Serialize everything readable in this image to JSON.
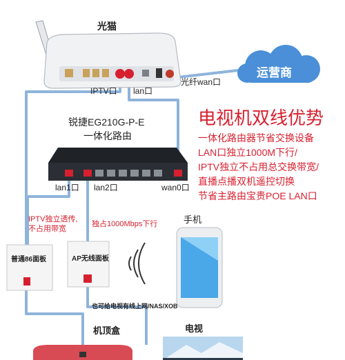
{
  "devices": {
    "modem": {
      "title": "光猫",
      "ports": {
        "iptv": "IPTV口",
        "lan": "lan口"
      }
    },
    "router": {
      "title_line1": "锐捷EG210G-P-E",
      "title_line2": "一体化路由",
      "ports": {
        "lan1": "lan1口",
        "lan2": "lan2口",
        "wan0": "wan0口"
      }
    },
    "isp": {
      "label": "运营商",
      "link": "光纤wan口"
    },
    "panel86": {
      "label": "普通86面板"
    },
    "ap_panel": {
      "label": "AP无线面板"
    },
    "phone": {
      "label": "手机"
    },
    "stb": {
      "label": "机顶盒"
    },
    "tv": {
      "label": "电视"
    }
  },
  "annotations": {
    "iptv_passthrough_line1": "IPTV独立透传,",
    "iptv_passthrough_line2": "不占用带宽",
    "exclusive": "独占1000Mbps下行",
    "tv_note": "也可给电视有线上网/NAS/XOB"
  },
  "headline": {
    "title": "电视机双线优势",
    "points": [
      "一体化路由器节省交换设备",
      "LAN口独立1000M下行/",
      "IPTV独立不占用总交换带宽/",
      "直播点播双机遥控切换",
      "节省主路由宝贵POE LAN口"
    ]
  },
  "colors": {
    "accent": "#d6202f",
    "cable": "#8fb4db",
    "cloud": "#4a8fd8",
    "dark": "#222222"
  }
}
